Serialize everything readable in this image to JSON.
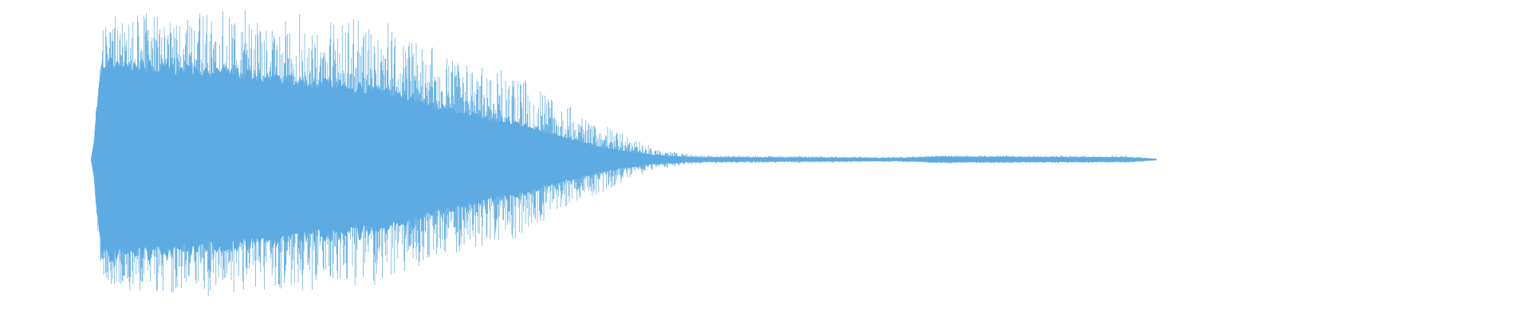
{
  "waveform": {
    "color": "#5dabe2",
    "background": "#ffffff",
    "duration_fraction": 0.74,
    "envelope": [
      {
        "t": 0.0,
        "peak": 0.0,
        "body": 0.0
      },
      {
        "t": 0.002,
        "peak": 0.12,
        "body": 0.1
      },
      {
        "t": 0.005,
        "peak": 0.55,
        "body": 0.45
      },
      {
        "t": 0.008,
        "peak": 0.92,
        "body": 0.62
      },
      {
        "t": 0.04,
        "peak": 0.98,
        "body": 0.6
      },
      {
        "t": 0.08,
        "peak": 1.0,
        "body": 0.57
      },
      {
        "t": 0.13,
        "peak": 0.97,
        "body": 0.52
      },
      {
        "t": 0.19,
        "peak": 0.94,
        "body": 0.46
      },
      {
        "t": 0.225,
        "peak": 0.85,
        "body": 0.4
      },
      {
        "t": 0.24,
        "peak": 0.72,
        "body": 0.34
      },
      {
        "t": 0.27,
        "peak": 0.64,
        "body": 0.28
      },
      {
        "t": 0.3,
        "peak": 0.56,
        "body": 0.22
      },
      {
        "t": 0.33,
        "peak": 0.36,
        "body": 0.14
      },
      {
        "t": 0.36,
        "peak": 0.22,
        "body": 0.07
      },
      {
        "t": 0.39,
        "peak": 0.08,
        "body": 0.03
      },
      {
        "t": 0.42,
        "peak": 0.03,
        "body": 0.015
      },
      {
        "t": 0.56,
        "peak": 0.018,
        "body": 0.01
      },
      {
        "t": 0.59,
        "peak": 0.03,
        "body": 0.018
      },
      {
        "t": 0.72,
        "peak": 0.025,
        "body": 0.014
      },
      {
        "t": 0.74,
        "peak": 0.008,
        "body": 0.004
      }
    ]
  }
}
